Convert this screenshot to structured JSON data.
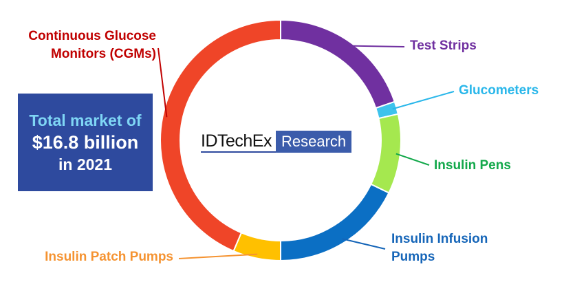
{
  "chart_data": {
    "type": "pie",
    "title": "",
    "categories": [
      "Test Strips",
      "Glucometers",
      "Insulin Pens",
      "Insulin Infusion Pumps",
      "Insulin Patch Pumps",
      "Continuous Glucose Monitors (CGMs)"
    ],
    "values": [
      19.8,
      1.7,
      10.7,
      17.8,
      6.4,
      43.6
    ],
    "colors": [
      "#7030a0",
      "#3ec3ec",
      "#a5e84f",
      "#0b6fc4",
      "#ffc000",
      "#ef4528"
    ],
    "labels": [
      {
        "lines": [
          "Test Strips"
        ],
        "color": "#7030a0"
      },
      {
        "lines": [
          "Glucometers"
        ],
        "color": "#2ab7ea"
      },
      {
        "lines": [
          "Insulin Pens"
        ],
        "color": "#12a84a"
      },
      {
        "lines": [
          "Insulin Infusion",
          "Pumps"
        ],
        "color": "#1565b8"
      },
      {
        "lines": [
          "Insulin Patch Pumps"
        ],
        "color": "#f59331"
      },
      {
        "lines": [
          "Continuous Glucose",
          "Monitors (CGMs)"
        ],
        "color": "#c00000"
      }
    ]
  },
  "summary": {
    "line1": "Total market of",
    "line2": "$16.8 billion",
    "line3": "in 2021"
  },
  "logo": {
    "brand": "IDTechEx",
    "tag": "Research"
  }
}
